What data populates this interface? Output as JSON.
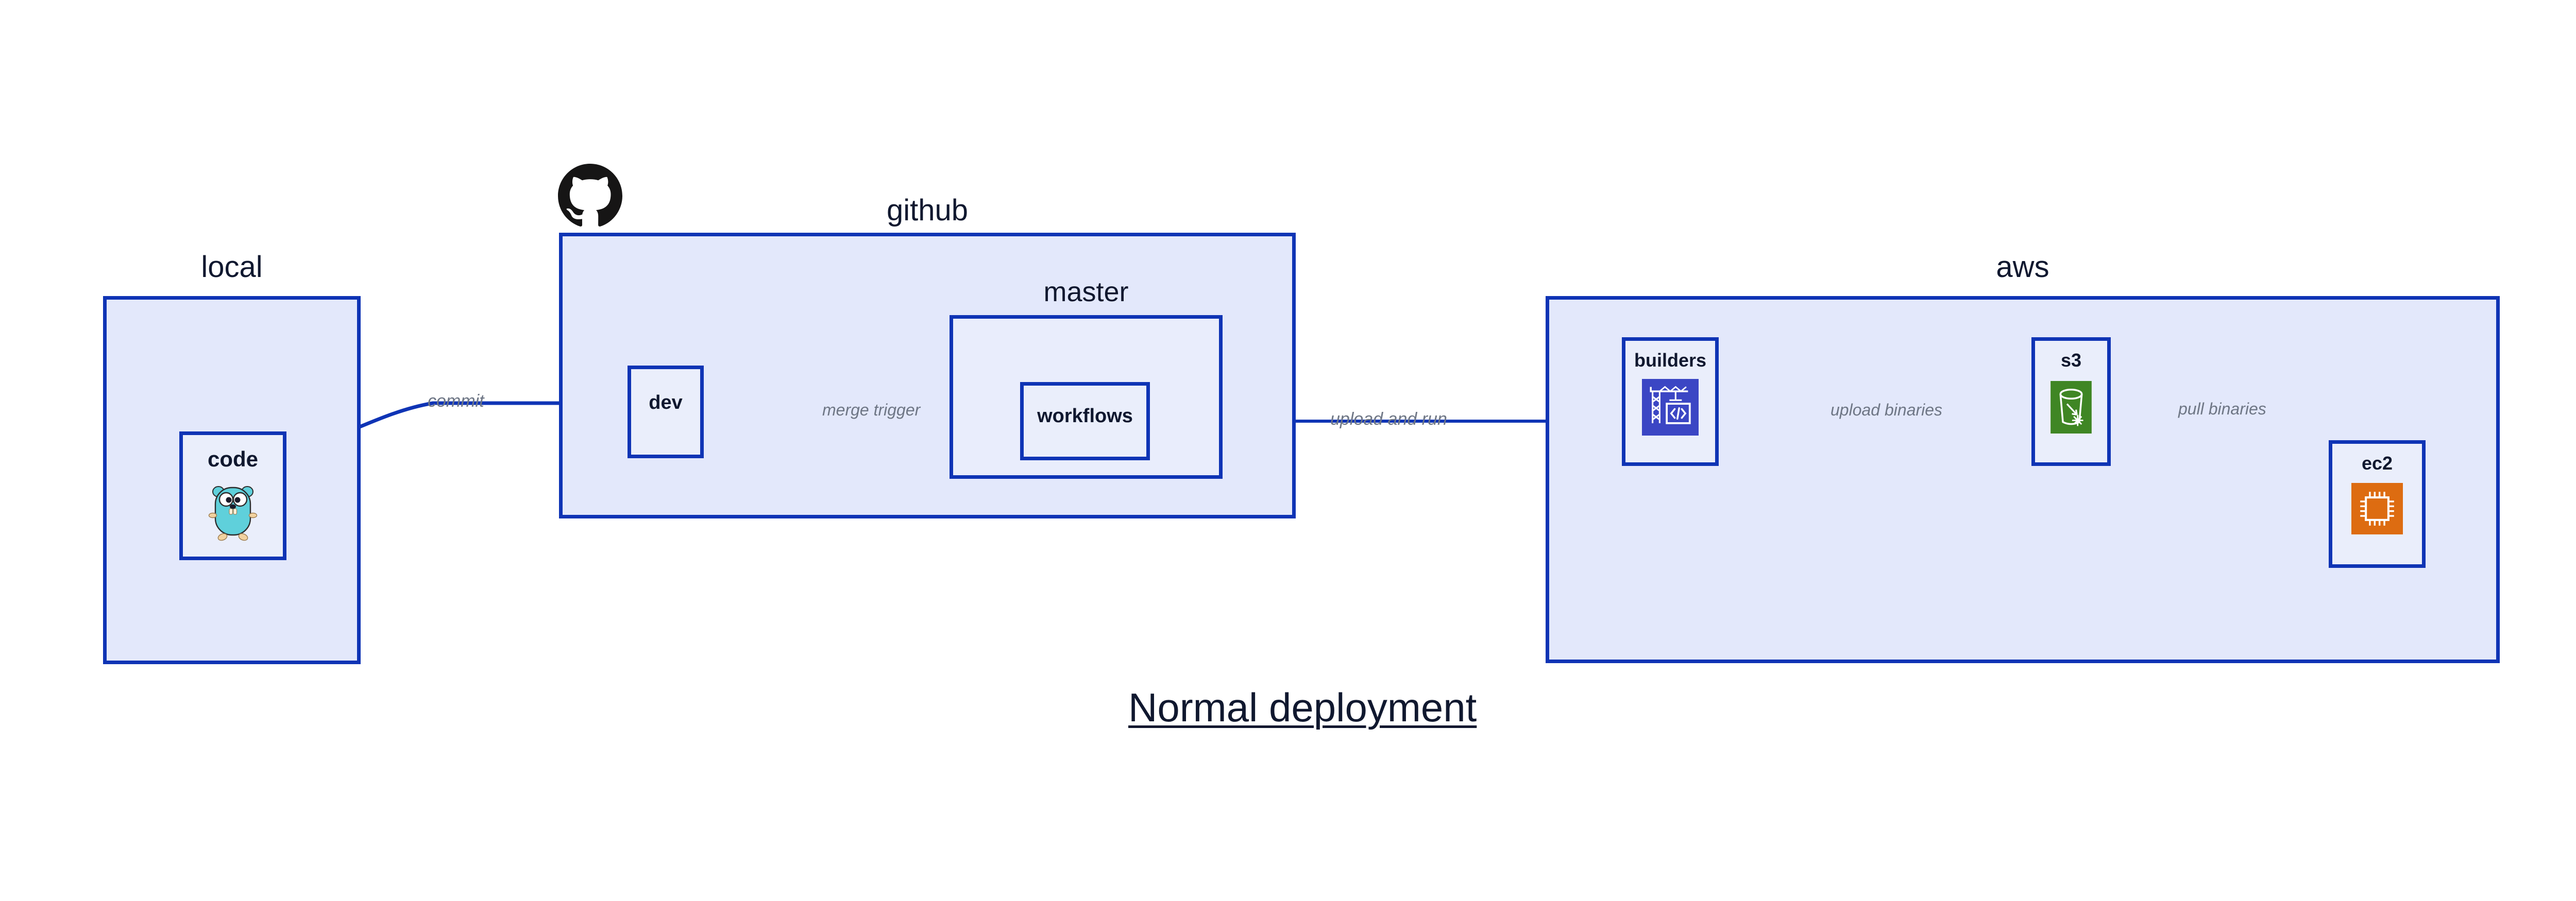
{
  "diagram": {
    "title": "Normal deployment",
    "accent_border": "#0f34b5",
    "group_fill": "#e3e8fb",
    "nested_fill": "#e9edfc",
    "node_fill": "#eaeefb",
    "label_color": "#10182f",
    "edge_label_color": "#6e7685"
  },
  "groups": [
    {
      "id": "local",
      "label": "local"
    },
    {
      "id": "github",
      "label": "github"
    },
    {
      "id": "master",
      "label": "master"
    },
    {
      "id": "aws",
      "label": "aws"
    }
  ],
  "nodes": [
    {
      "id": "code",
      "label": "code",
      "icon": "go-gopher-icon"
    },
    {
      "id": "dev",
      "label": "dev",
      "icon": "none"
    },
    {
      "id": "workflows",
      "label": "workflows",
      "icon": "none"
    },
    {
      "id": "builders",
      "label": "builders",
      "icon": "aws-codebuild-icon",
      "icon_color": "#3b46c4"
    },
    {
      "id": "s3",
      "label": "s3",
      "icon": "aws-s3-bucket-icon",
      "icon_color": "#3f8624"
    },
    {
      "id": "ec2",
      "label": "ec2",
      "icon": "aws-ec2-chip-icon",
      "icon_color": "#dd6c11"
    }
  ],
  "edges": [
    {
      "id": "code-to-dev",
      "from": "code",
      "to": "dev",
      "label": "commit"
    },
    {
      "id": "dev-to-workflows",
      "from": "dev",
      "to": "workflows",
      "label": "merge trigger"
    },
    {
      "id": "workflows-to-builders",
      "from": "workflows",
      "to": "builders",
      "label": "upload and run"
    },
    {
      "id": "builders-to-s3",
      "from": "builders",
      "to": "s3",
      "label": "upload binaries"
    },
    {
      "id": "s3-to-ec2",
      "from": "s3",
      "to": "ec2",
      "label": "pull binaries"
    }
  ],
  "logos": [
    {
      "id": "github-octocat",
      "name": "github-octocat-icon",
      "color": "#161515"
    }
  ]
}
